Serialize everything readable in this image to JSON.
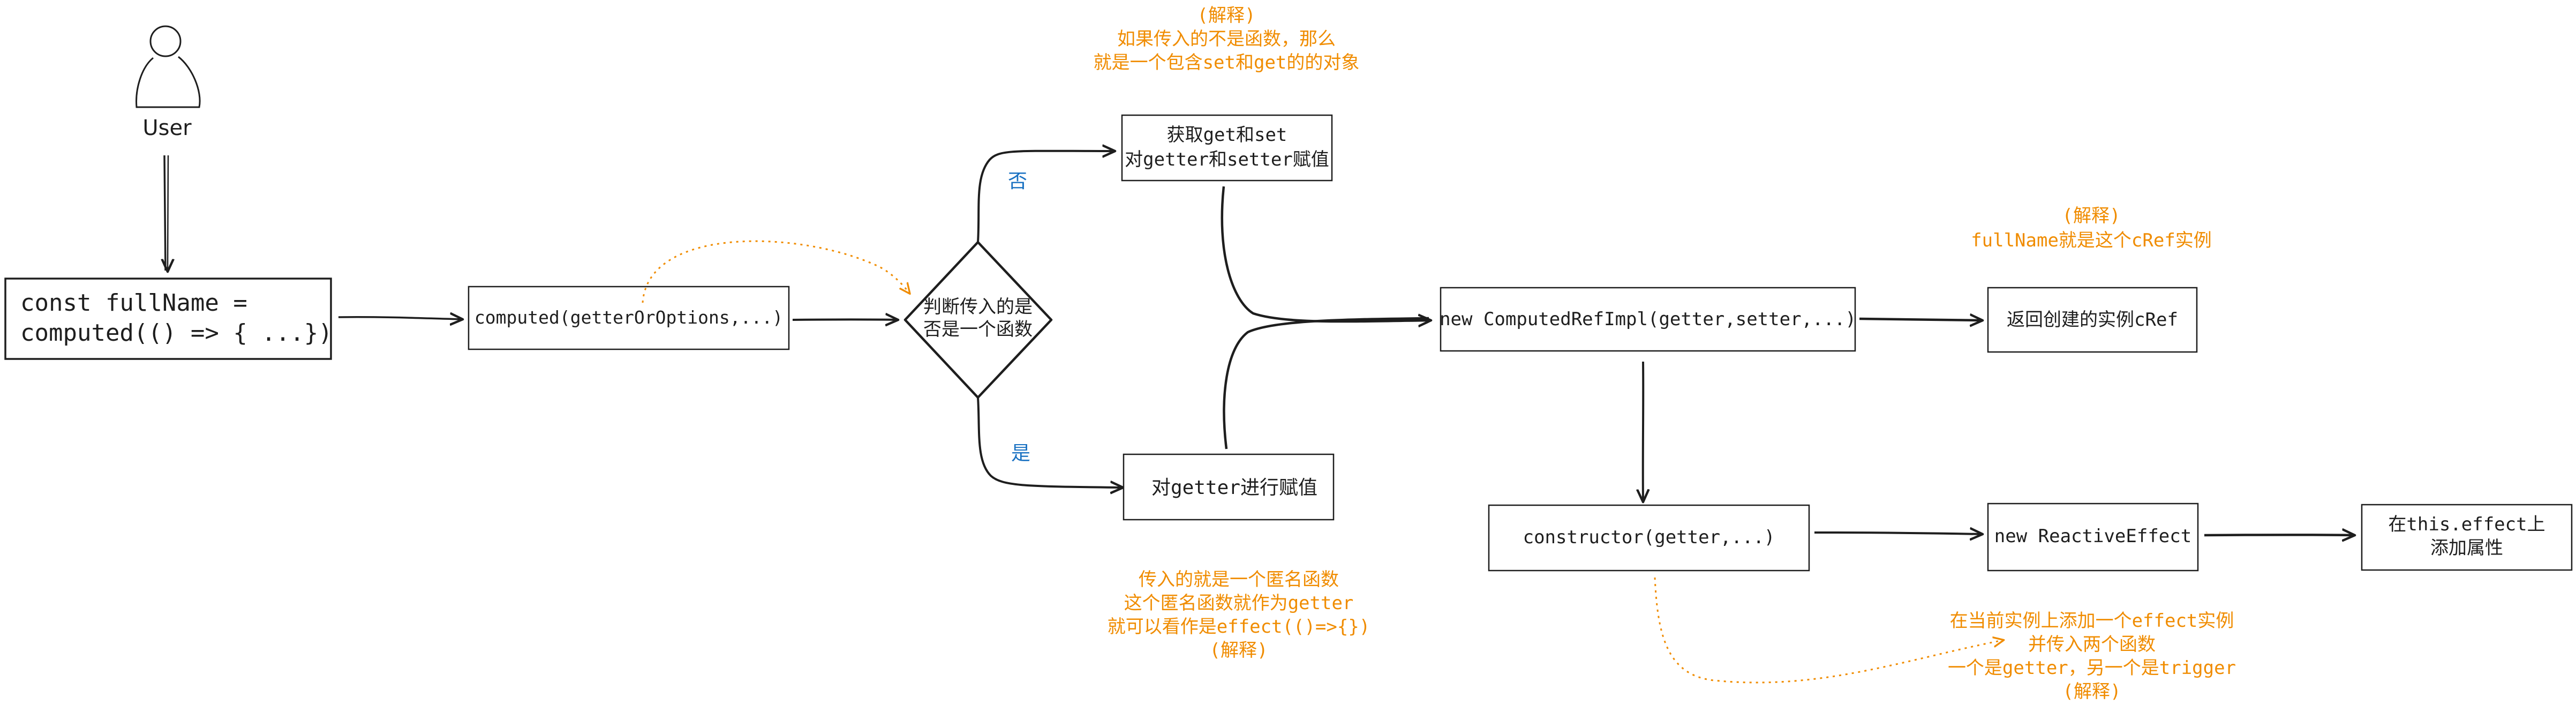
{
  "actor": {
    "label": "User"
  },
  "nodes": {
    "const_decl": [
      "const fullName =",
      "computed(() => { ...})"
    ],
    "computed_call": "computed(getterOrOptions,...)",
    "decision": [
      "判断传入的是",
      "否是一个函数"
    ],
    "get_set": [
      "获取get和set",
      "对getter和setter赋值"
    ],
    "assign_getter": "对getter进行赋值",
    "new_computed": "new ComputedRefImpl(getter,setter,...)",
    "return_cref": "返回创建的实例cRef",
    "constructor": "constructor(getter,...)",
    "new_effect": "new ReactiveEffect",
    "add_attr": [
      "在this.effect上",
      "添加属性"
    ]
  },
  "branches": {
    "no": "否",
    "yes": "是"
  },
  "notes": {
    "top": [
      "(解释)",
      "如果传入的不是函数，那么",
      "就是一个包含set和get的的对象"
    ],
    "fullname": [
      "(解释)",
      "fullName就是这个cRef实例"
    ],
    "anon": [
      "传入的就是一个匿名函数",
      "这个匿名函数就作为getter",
      "就可以看作是effect(()=>{})",
      "(解释)"
    ],
    "effect": [
      "在当前实例上添加一个effect实例",
      "并传入两个函数",
      "一个是getter，另一个是trigger",
      "(解释)"
    ]
  },
  "colors": {
    "stroke": "#1e1e1e",
    "note": "#f08c00",
    "branch": "#1971c2",
    "background": "#ffffff"
  }
}
